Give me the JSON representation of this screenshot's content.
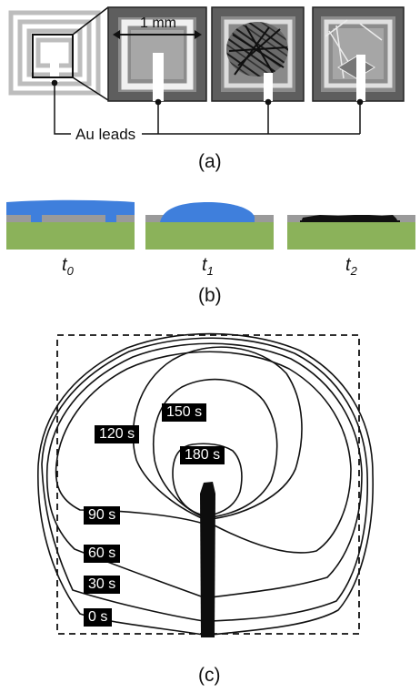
{
  "panel_a": {
    "scale_label": "1 mm",
    "leads_label": "Au leads",
    "caption": "(a)"
  },
  "panel_b": {
    "stage_labels": [
      {
        "base": "t",
        "sub": "0"
      },
      {
        "base": "t",
        "sub": "1"
      },
      {
        "base": "t",
        "sub": "2"
      }
    ],
    "caption": "(b)",
    "colors": {
      "droplet": "#3f7fdc",
      "substrate": "#8bb25a",
      "electrode": "#9a9a9a",
      "residue": "#111111"
    }
  },
  "panel_c": {
    "time_labels": [
      "180 s",
      "150 s",
      "120 s",
      "90 s",
      "60 s",
      "30 s",
      "0 s"
    ],
    "caption": "(c)"
  }
}
